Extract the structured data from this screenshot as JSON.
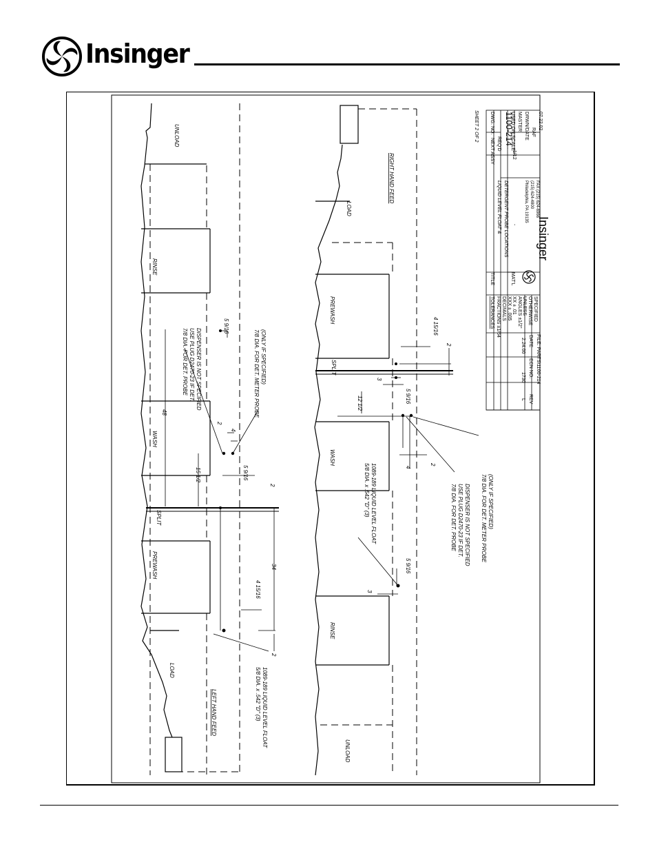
{
  "header": {
    "brand": "Insinger"
  },
  "drawing": {
    "top_machine": {
      "zones": [
        "UNLOAD",
        "RINSE",
        "WASH",
        "PREWASH",
        "LOAD"
      ],
      "split": "SPLIT",
      "dims": [
        "48",
        "15 1/2",
        "34",
        "2",
        "2",
        "2",
        "4",
        "5 9/16",
        "5 9/16",
        "4 15/16"
      ],
      "feed": "LEFT HAND FEED",
      "note_float": [
        "5/8 DIA. x .542 \"D\" (3)",
        "1089-189 LIQUID LEVEL FLOAT"
      ],
      "note_probe": [
        "7/8 DIA. FOR DET. PROBE",
        "USE PLUG D2470-23 IF DET.",
        "DISPENSER IS NOT SPECIFIED"
      ],
      "note_meter": [
        "7/8 DIA. FOR DET. METER PROBE",
        "(ONLY IF SPECIFIED)"
      ]
    },
    "bottom_machine": {
      "zones": [
        "LOAD",
        "PREWASH",
        "WASH",
        "RINSE",
        "UNLOAD"
      ],
      "split": "SPLIT",
      "dims": [
        "4 15/16",
        "2",
        "3",
        "12 1/2",
        "5 9/16",
        "4",
        "2",
        "3",
        "5 9/16"
      ],
      "feed": "RIGHT HAND FEED",
      "note_float": [
        "5/8 DIA. x .542 \"D\" (3)",
        "1089-189 LIQUID LEVEL FLOAT"
      ],
      "note_probe": [
        "7/8 DIA. FOR DET. PROBE",
        "USE PLUG D2470-23 IF DET.",
        "DISPENSER IS NOT SPECIFIED"
      ],
      "note_meter": [
        "7/8 DIA. FOR DET. METER PROBE",
        "(ONLY IF SPECIFIED)"
      ]
    },
    "title_block": {
      "sheet": "SHEET 2 OF 2",
      "next_assy": "NEXT ASSY",
      "dwg_no_label": "DWG. NO.",
      "dwg_no": "1100-214",
      "reqd_label": "REQ'D",
      "reqd": "-",
      "used_on_label": "USED ON",
      "used_on": "MASTER",
      "scale_label": "SCALE",
      "scale": "1/12",
      "drawn_label": "DRWN/DATE",
      "drawn_by": "RAF",
      "drawn_date": "07.22.02",
      "title_label": "TITLE",
      "title_line1": "LIQUID LEVEL FLOAT &",
      "title_line2": "DETERGENT PROBE LOCATIONS",
      "matl_label": "MAT'L",
      "matl": "-",
      "company": "Insinger",
      "address": "Philadelphia, PA 19135",
      "phone": "(215) 624-4800",
      "fax": "FAX (215) 624-6966",
      "tolerances": "TOLERANCES",
      "fractions": "FRACTIONS ±1/64",
      "decimals": "DECIMALS",
      "xxx": "XXX ± .005",
      "xx": "XX ± .01",
      "angles": "ANGLES ±1/2°",
      "unless_1": "UNLESS",
      "unless_2": "OTHERWISE",
      "unless_3": "SPECIFIED",
      "rev_label": "REV",
      "rev": "L",
      "ecn_label": "ECN NO.",
      "ecn": "1730",
      "date_label": "DATE",
      "date": "2.24.00",
      "file": "FILE: PARTS\\1100-214"
    }
  }
}
